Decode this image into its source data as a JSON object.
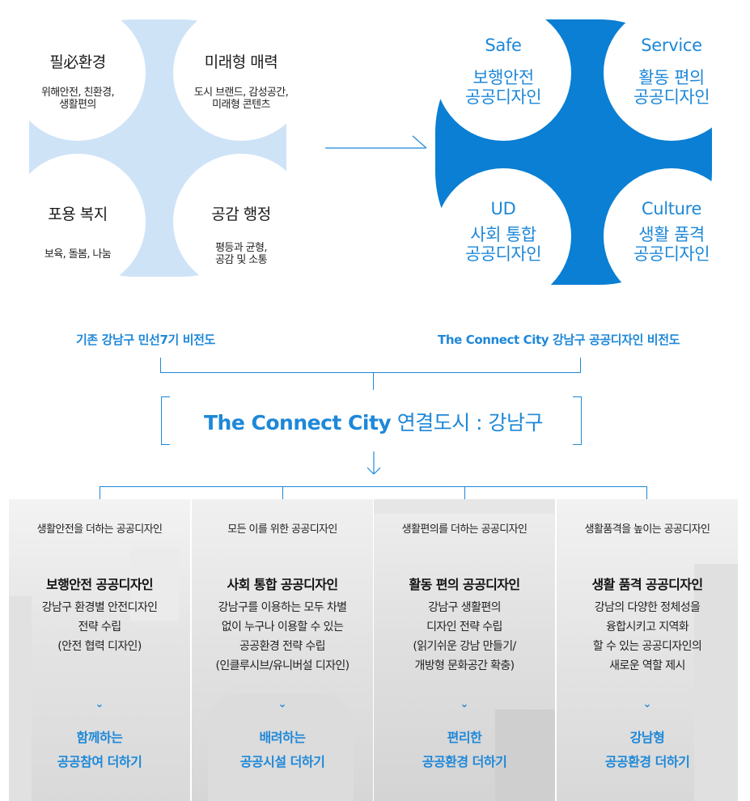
{
  "colors": {
    "accent": "#1e88d8",
    "light_blob": "#cfe3f7",
    "dark_blob": "#0a7fd3",
    "panel_bg": "#e8e8e8"
  },
  "left_vision": {
    "circles": [
      {
        "title": "필必환경",
        "sub": [
          "위해안전, 친환경,",
          "생활편의"
        ]
      },
      {
        "title": "미래형 매력",
        "sub": [
          "도시 브랜드, 감성공간,",
          "미래형 콘텐츠"
        ]
      },
      {
        "title": "포용 복지",
        "sub": [
          "보육, 돌봄, 나눔"
        ]
      },
      {
        "title": "공감 행정",
        "sub": [
          "평등과 균형,",
          "공감 및 소통"
        ]
      }
    ],
    "caption": "기존 강남구 민선7기 비전도"
  },
  "right_vision": {
    "circles": [
      {
        "en": "Safe",
        "ko": [
          "보행안전",
          "공공디자인"
        ]
      },
      {
        "en": "Service",
        "ko": [
          "활동 편의",
          "공공디자인"
        ]
      },
      {
        "en": "UD",
        "ko": [
          "사회 통합",
          "공공디자인"
        ]
      },
      {
        "en": "Culture",
        "ko": [
          "생활 품격",
          "공공디자인"
        ]
      }
    ],
    "caption": "The Connect City 강남구 공공디자인 비전도"
  },
  "center": {
    "title_en": "The Connect City",
    "title_ko": "연결도시 : 강남구"
  },
  "panels": [
    {
      "tag": "생활안전을 더하는 공공디자인",
      "head": "보행안전 공공디자인",
      "body": [
        "강남구 환경별 안전디자인",
        "전략 수립",
        "(안전 협력 디자인)"
      ],
      "chevron": "⌄",
      "foot": [
        "함께하는",
        "공공참여 더하기"
      ]
    },
    {
      "tag": "모든 이를 위한 공공디자인",
      "head": "사회 통합 공공디자인",
      "body": [
        "강남구를 이용하는 모두 차별",
        "없이 누구나 이용할 수 있는",
        "공공환경 전략 수립",
        "(인클루시브/유니버설 디자인)"
      ],
      "chevron": "⌄",
      "foot": [
        "배려하는",
        "공공시설 더하기"
      ]
    },
    {
      "tag": "생활편의를 더하는 공공디자인",
      "head": "활동 편의 공공디자인",
      "body": [
        "강남구 생활편의",
        "디자인 전략 수립",
        "(읽기쉬운 강남 만들기/",
        "개방형 문화공간 확충)"
      ],
      "chevron": "⌄",
      "foot": [
        "편리한",
        "공공환경 더하기"
      ]
    },
    {
      "tag": "생활품격을 높이는 공공디자인",
      "head": "생활 품격 공공디자인",
      "body": [
        "강남의 다양한 정체성을",
        "융합시키고 지역화",
        "할 수 있는 공공디자인의",
        "새로운 역할 제시"
      ],
      "chevron": "⌄",
      "foot": [
        "강남형",
        "공공환경 더하기"
      ]
    }
  ]
}
